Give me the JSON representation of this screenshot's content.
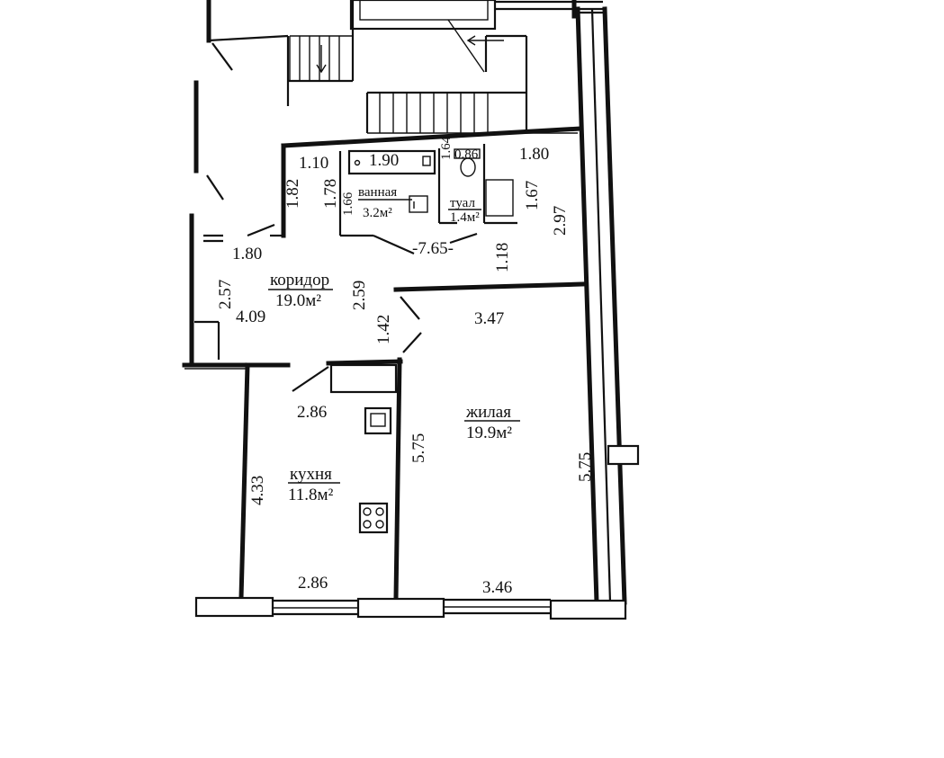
{
  "rooms": {
    "corridor": {
      "name": "коридор",
      "area": "19.0м²"
    },
    "bathroom": {
      "name": "ванная",
      "area": "3.2м²"
    },
    "toilet": {
      "name": "туал",
      "area": "1.4м²"
    },
    "kitchen": {
      "name": "кухня",
      "area": "11.8м²"
    },
    "living": {
      "name": "жилая",
      "area": "19.9м²"
    }
  },
  "dimensions": {
    "d_1_10": "1.10",
    "d_1_90": "1.90",
    "d_1_64": "1.64",
    "d_0_86": "0.86",
    "d_1_80_top": "1.80",
    "d_1_82": "1.82",
    "d_1_78": "1.78",
    "d_1_66": "1.66",
    "d_1_67": "1.67",
    "d_2_97": "2.97",
    "d_7_65": "-7.65-",
    "d_1_18": "1.18",
    "d_1_80_left": "1.80",
    "d_2_57": "2.57",
    "d_4_09": "4.09",
    "d_2_59": "2.59",
    "d_1_42": "1.42",
    "d_3_47": "3.47",
    "d_2_86_top": "2.86",
    "d_5_75_mid": "5.75",
    "d_5_75_right": "5.75",
    "d_4_33": "4.33",
    "d_2_86_bottom": "2.86",
    "d_3_46": "3.46"
  }
}
